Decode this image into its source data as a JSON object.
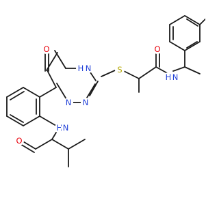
{
  "colors": {
    "background": "#ffffff",
    "bond": "#1a1a1a",
    "O": "#e8000b",
    "N": "#1f3fd8",
    "S": "#b3a600"
  },
  "atoms": {
    "o_ketone": "O",
    "nh_ring": "H",
    "nh_ring_n": "N",
    "s_thioether": "S",
    "o_amide_right": "O",
    "nh_amide_right": "N",
    "nh_amide_right_h": "H",
    "n_ring_1": "N",
    "n_ring_2": "N",
    "nh_amide_left": "H",
    "nh_amide_left_n": "N",
    "o_amide_left": "O"
  }
}
